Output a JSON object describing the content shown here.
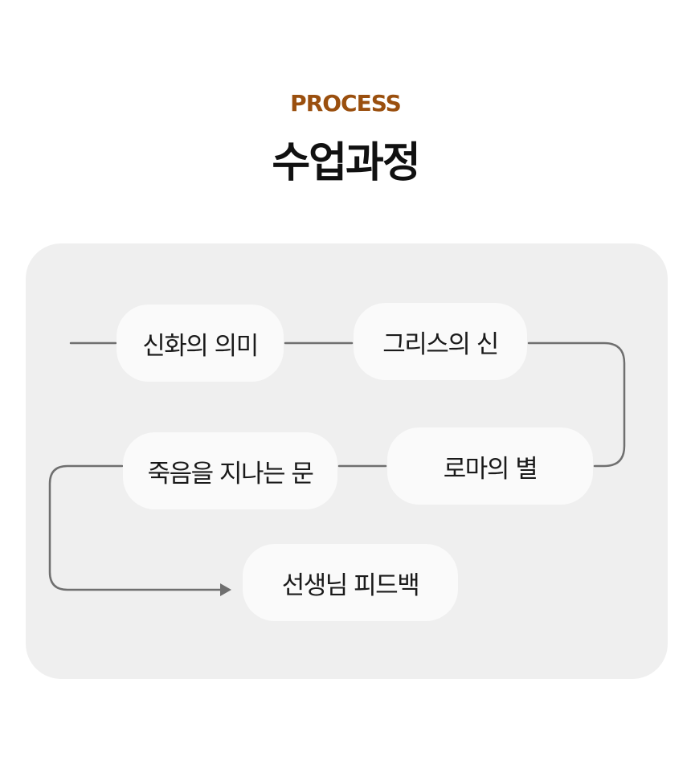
{
  "header": {
    "eyebrow": "PROCESS",
    "title": "수업과정"
  },
  "steps": [
    {
      "label": "신화의 의미"
    },
    {
      "label": "그리스의 신"
    },
    {
      "label": "로마의 별"
    },
    {
      "label": "죽음을 지나는 문"
    },
    {
      "label": "선생님 피드백"
    }
  ],
  "colors": {
    "accent": "#9a4f0e",
    "title": "#111111",
    "panel": "#efefef",
    "step_bg": "#fafafa",
    "connector": "#6f6f6f"
  }
}
